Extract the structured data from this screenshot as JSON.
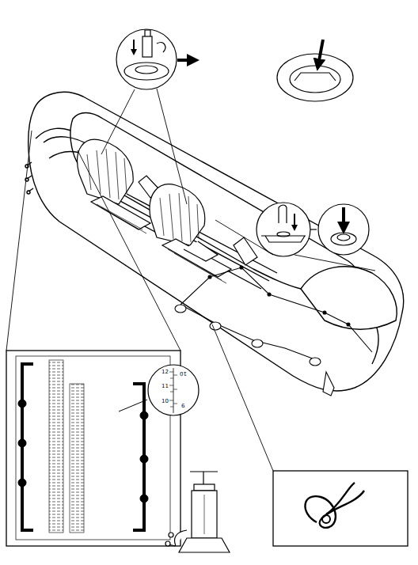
{
  "diagram": {
    "labels": [
      "12",
      "11",
      "10",
      "10",
      "9"
    ]
  }
}
